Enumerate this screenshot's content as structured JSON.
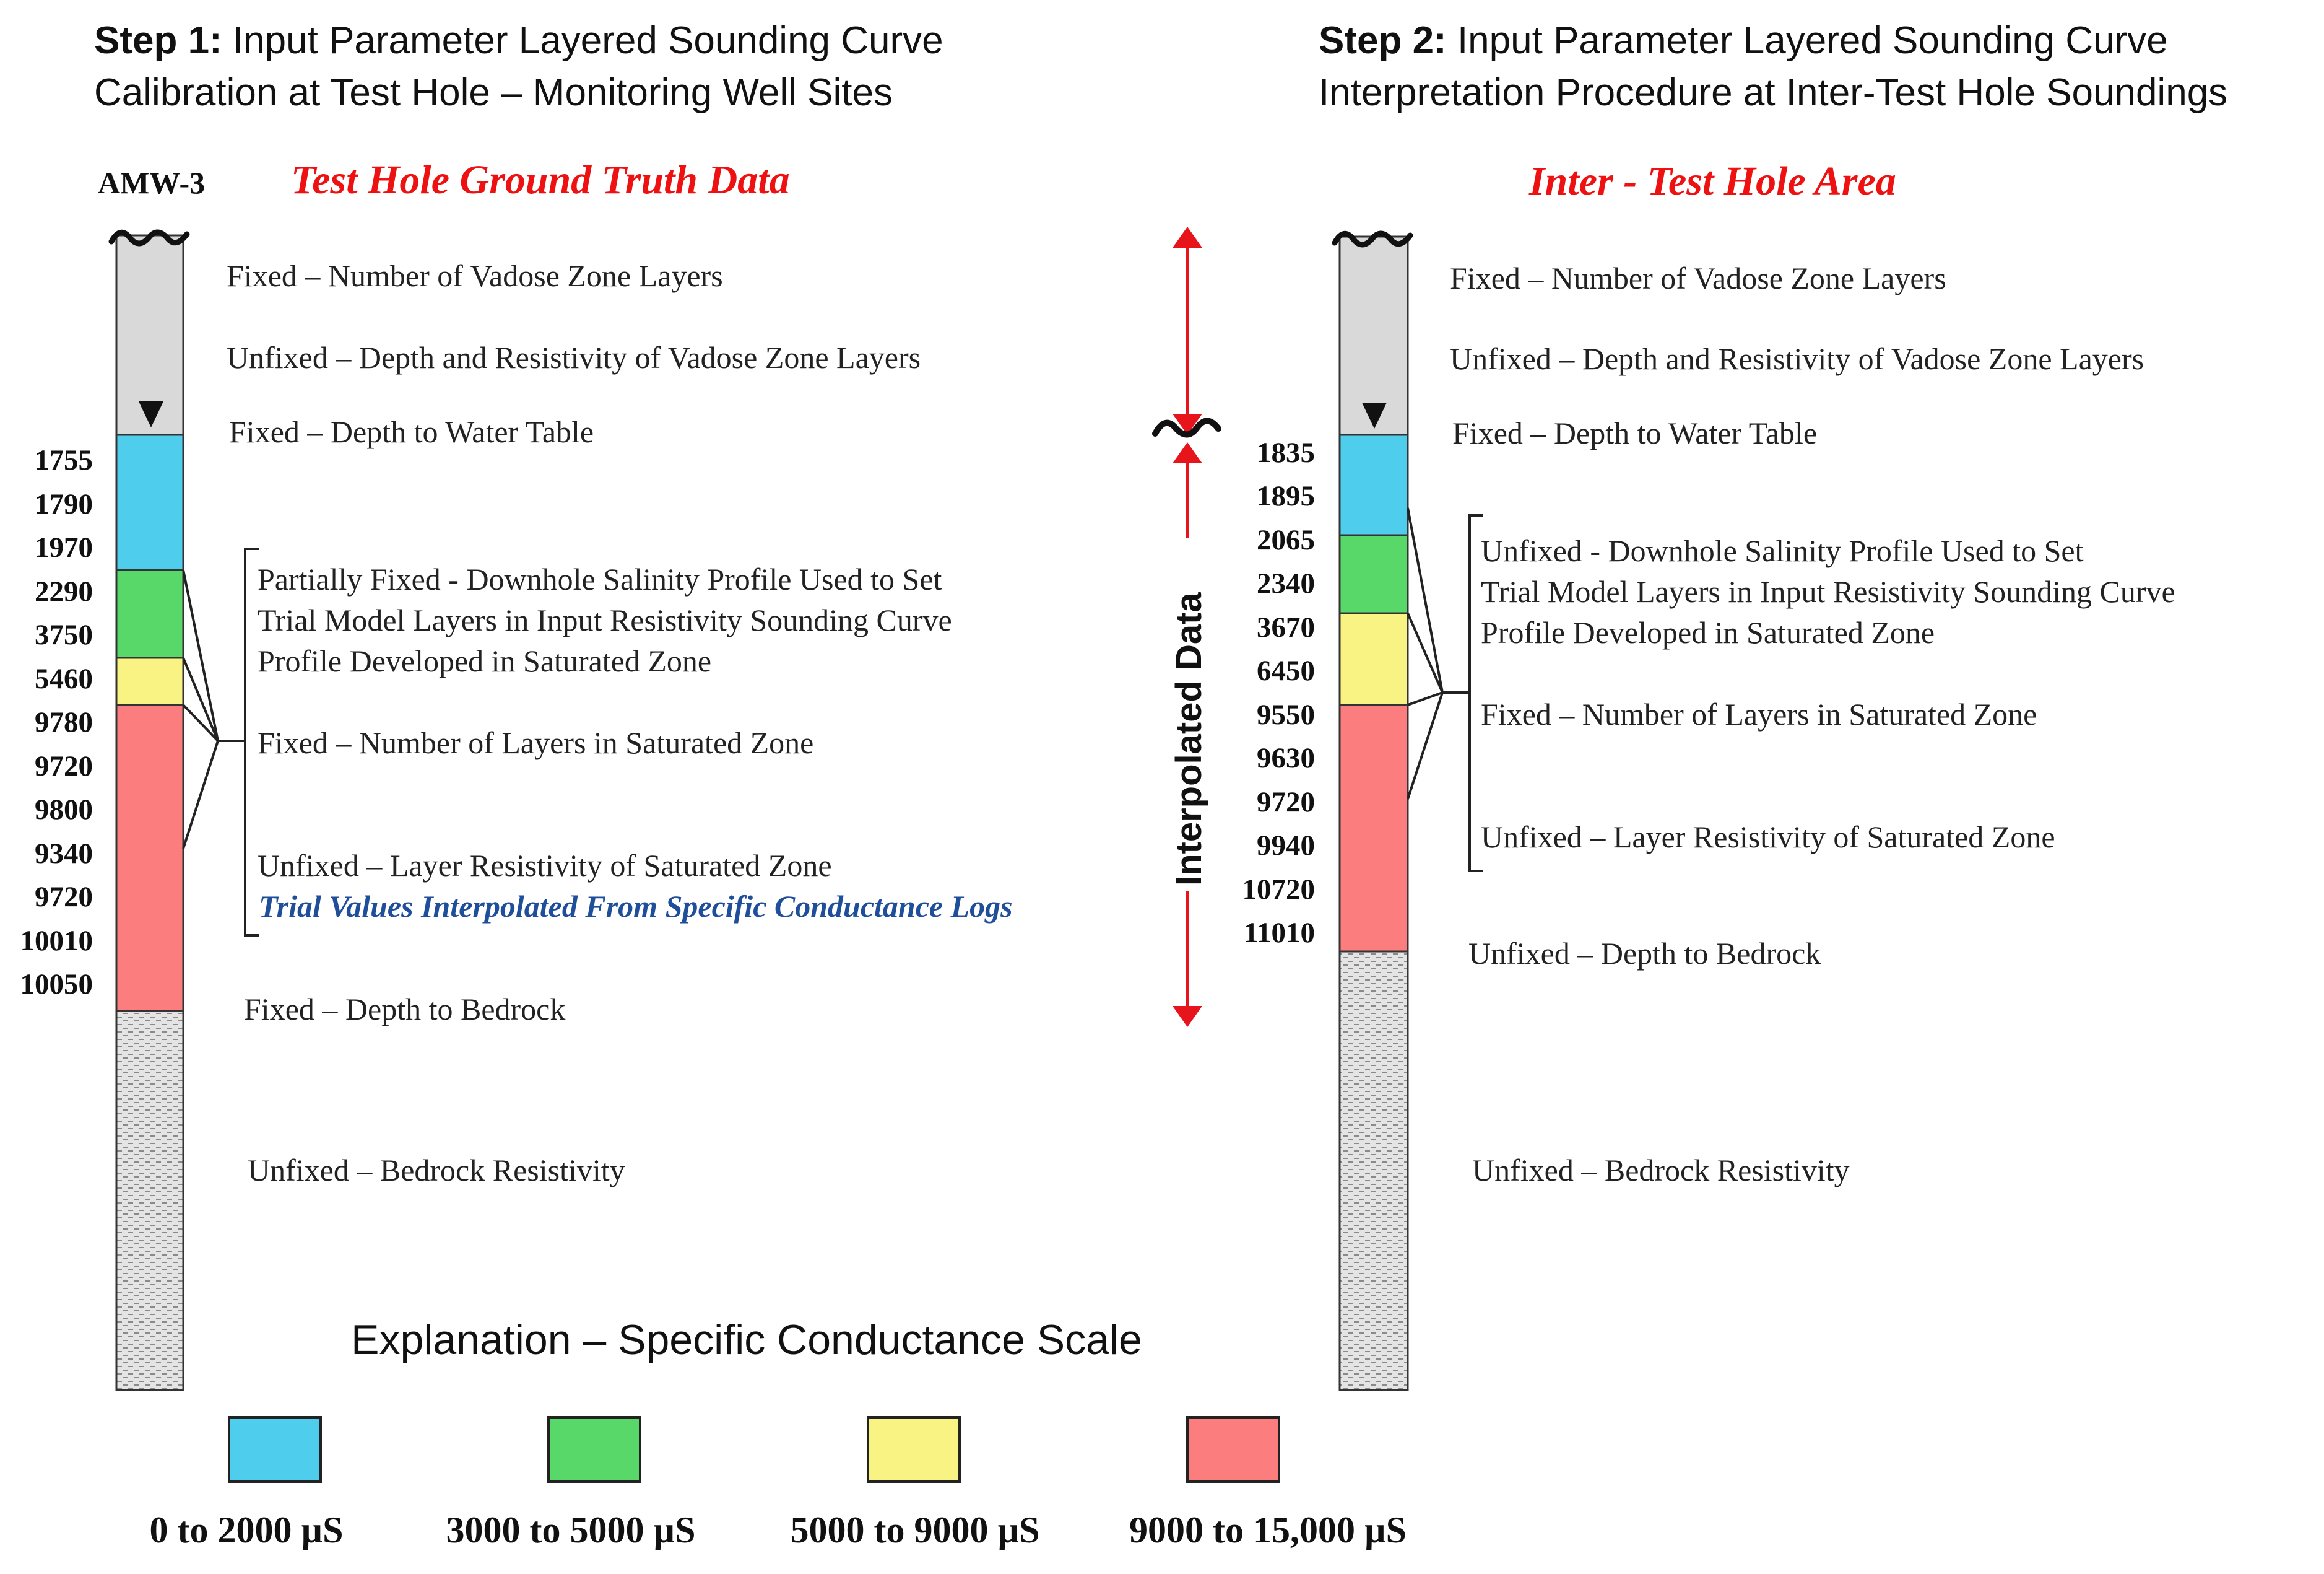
{
  "step1": {
    "bold": "Step 1:",
    "line1": "Input Parameter Layered Sounding Curve",
    "line2": "Calibration at Test Hole – Monitoring Well Sites"
  },
  "step2": {
    "bold": "Step 2:",
    "line1": "Input Parameter Layered Sounding Curve",
    "line2": "Interpretation Procedure at Inter-Test Hole Soundings"
  },
  "left": {
    "well_name": "AMW-3",
    "title": "Test Hole Ground Truth Data",
    "depths": [
      "1755",
      "1790",
      "1970",
      "2290",
      "3750",
      "5460",
      "9780",
      "9720",
      "9800",
      "9340",
      "9720",
      "10010",
      "10050"
    ],
    "notes": {
      "vadose_layers": "Fixed – Number of Vadose Zone Layers",
      "vadose_depth": "Unfixed – Depth and Resistivity  of Vadose Zone Layers",
      "water_table": "Fixed – Depth to Water  Table",
      "salinity_1": "Partially Fixed - Downhole Salinity Profile Used to Set",
      "salinity_2": "Trial Model Layers in Input Resistivity  Sounding Curve",
      "salinity_3": "Profile Developed in Saturated Zone",
      "sat_layers": "Fixed – Number of Layers in Saturated Zone",
      "sat_resistivity": "Unfixed – Layer Resistivity  of Saturated Zone",
      "trial_values": "Trial Values Interpolated From Specific Conductance Logs",
      "bedrock_depth": "Fixed – Depth to Bedrock",
      "bedrock_resistivity": "Unfixed – Bedrock Resistivity"
    }
  },
  "middle": {
    "label": "Interpolated Data"
  },
  "right": {
    "title": "Inter - Test Hole Area",
    "depths": [
      "1835",
      "1895",
      "2065",
      "2340",
      "3670",
      "6450",
      "9550",
      "9630",
      "9720",
      "9940",
      "10720",
      "11010"
    ],
    "notes": {
      "vadose_layers": "Fixed – Number of Vadose Zone Layers",
      "vadose_depth": "Unfixed – Depth and Resistivity  of Vadose Zone Layers",
      "water_table": "Fixed – Depth to Water  Table",
      "salinity_1": "Unfixed - Downhole Salinity Profile Used to Set",
      "salinity_2": "Trial Model Layers in Input Resistivity  Sounding Curve",
      "salinity_3": "Profile Developed in Saturated Zone",
      "sat_layers": "Fixed – Number of Layers in Saturated Zone",
      "sat_resistivity": "Unfixed – Layer Resistivity  of Saturated Zone",
      "bedrock_depth": "Unfixed – Depth to Bedrock",
      "bedrock_resistivity": "Unfixed – Bedrock Resistivity"
    }
  },
  "legend": {
    "title": "Explanation – Specific Conductance Scale",
    "items": [
      {
        "label": "0 to 2000 µS",
        "color": "#4fcdec"
      },
      {
        "label": "3000 to 5000 µS",
        "color": "#58d868"
      },
      {
        "label": "5000 to 9000 µS",
        "color": "#f8f382"
      },
      {
        "label": "9000 to 15,000 µS",
        "color": "#fb7d7d"
      }
    ]
  },
  "colors": {
    "vadose": "#d9d9d9",
    "bedrock": "#e2e2e2",
    "arrow": "#e8141c"
  }
}
